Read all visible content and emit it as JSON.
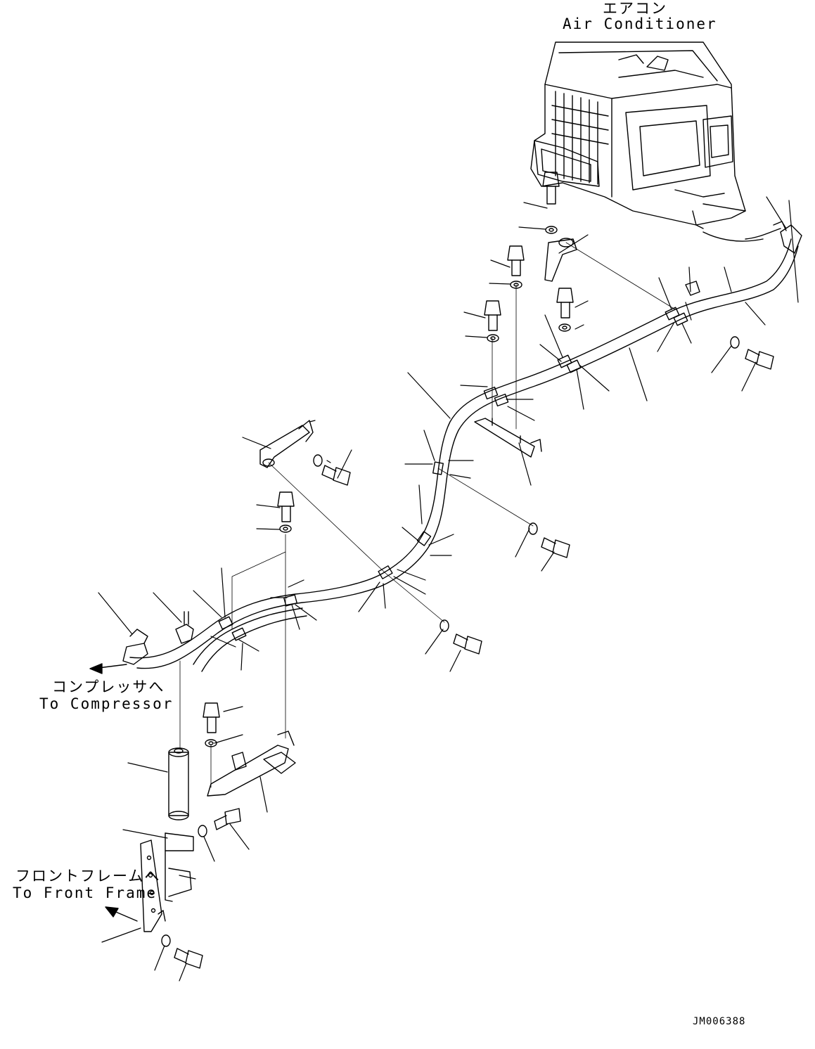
{
  "labels": {
    "air_conditioner_jp": "エアコン",
    "air_conditioner_en": "Air Conditioner",
    "compressor_jp": "コンプレッサへ",
    "compressor_en": "To Compressor",
    "front_frame_jp": "フロントフレームへ",
    "front_frame_en": "To Front Frame"
  },
  "drawing_number": "JM006388",
  "colors": {
    "ink": "#000000",
    "paper": "#ffffff"
  }
}
